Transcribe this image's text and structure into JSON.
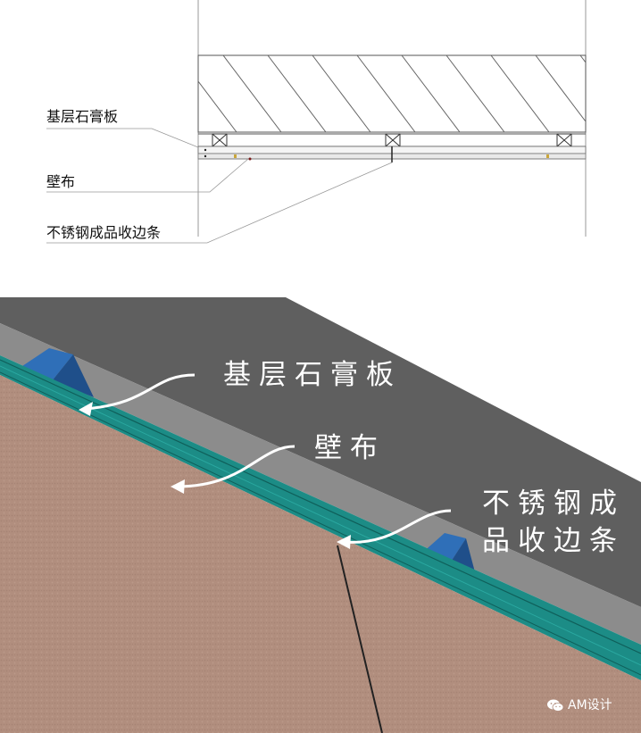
{
  "section": {
    "labels": {
      "gypsum": "基层石膏板",
      "wallcloth": "壁布",
      "trim": "不锈钢成品收边条"
    }
  },
  "render": {
    "labels": {
      "gypsum": "基层石膏板",
      "wallcloth": "壁布",
      "trim_line1": "不锈钢成",
      "trim_line2": "品收边条"
    }
  },
  "watermark": {
    "icon": "wechat-icon",
    "text": "AM设计"
  },
  "colors": {
    "ceiling": "#5f5f5f",
    "gypsum": "#8c8c8c",
    "teal": "#1c8c86",
    "keel": "#2f6fb8",
    "fabric": "#b18e7f",
    "line": "#444444"
  }
}
